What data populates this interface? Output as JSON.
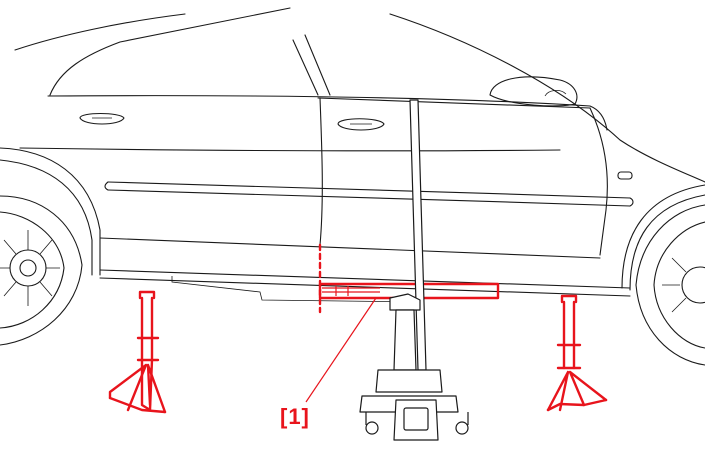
{
  "callout": {
    "label": "[1]"
  },
  "colors": {
    "highlight": "#e8141c",
    "line": "#1a1a1a",
    "background": "#ffffff"
  },
  "icons": [
    "car-body-outline",
    "jack-stand-icon",
    "floor-jack-icon",
    "lift-point-marker"
  ]
}
